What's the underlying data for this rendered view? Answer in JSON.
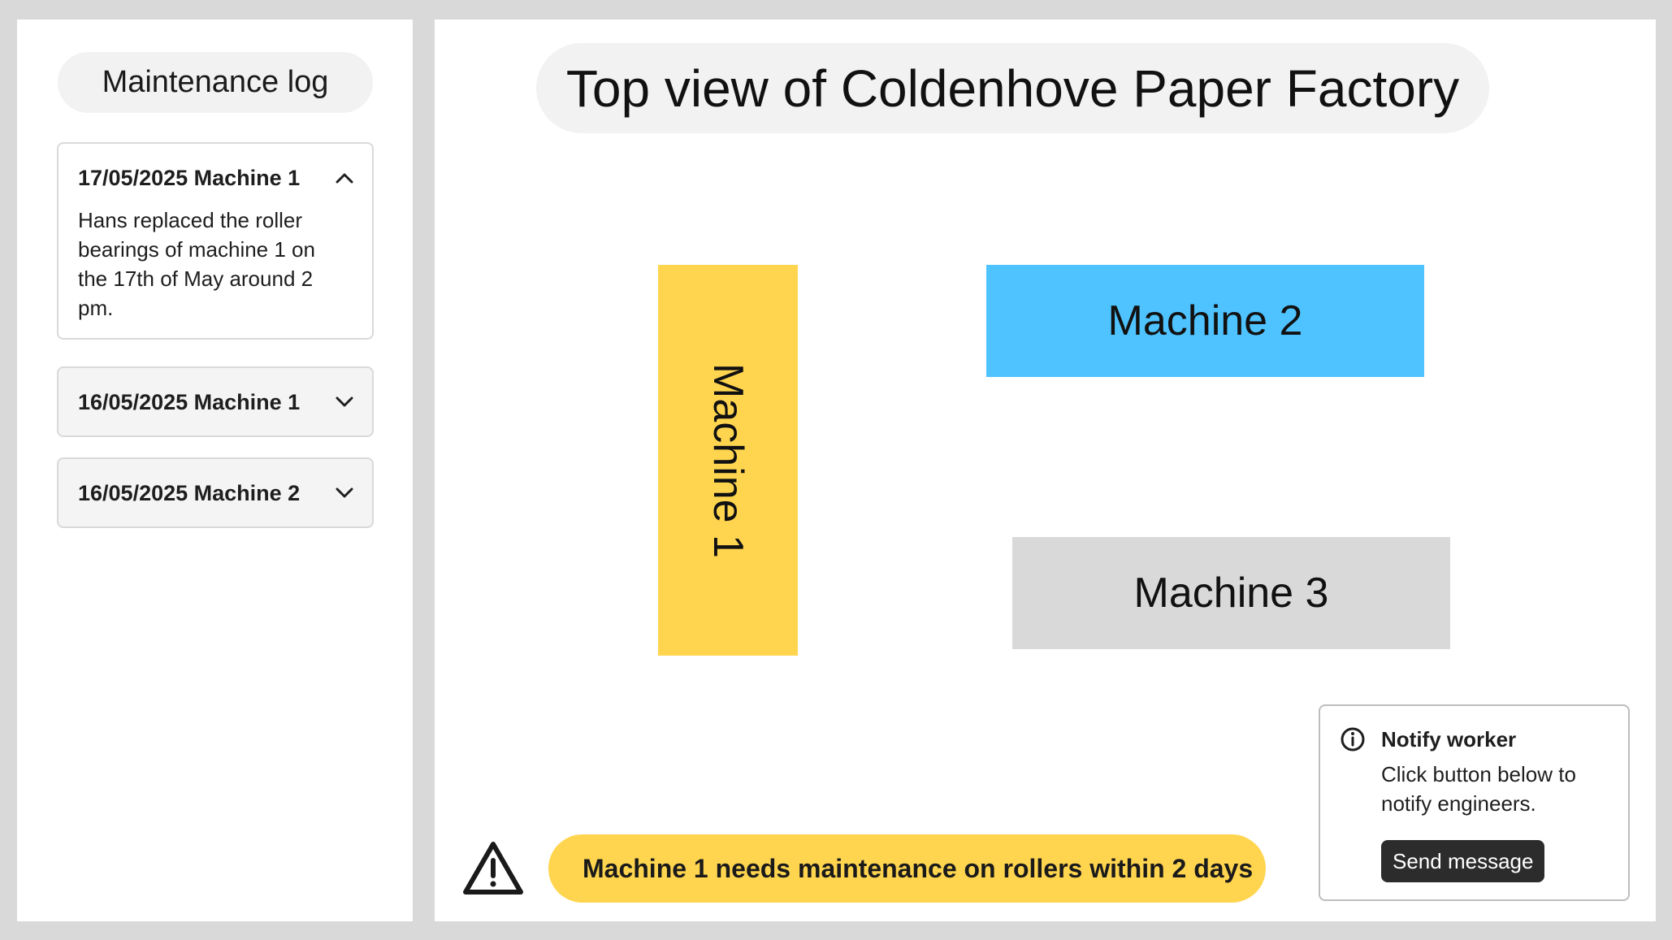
{
  "sidebar": {
    "title": "Maintenance log",
    "items": [
      {
        "title": "17/05/2025 Machine 1",
        "expanded": true,
        "icon": "chevron-up-icon",
        "body": "Hans replaced the roller bearings of machine 1 on the 17th of May around 2 pm."
      },
      {
        "title": "16/05/2025 Machine 1",
        "expanded": false,
        "icon": "chevron-down-icon"
      },
      {
        "title": "16/05/2025 Machine 2",
        "expanded": false,
        "icon": "chevron-down-icon"
      }
    ]
  },
  "main": {
    "title": "Top view of Coldenhove Paper Factory",
    "machines": [
      {
        "label": "Machine 1",
        "color": "#FFD54F"
      },
      {
        "label": "Machine 2",
        "color": "#4FC3FF"
      },
      {
        "label": "Machine 3",
        "color": "#D9D9D9"
      }
    ],
    "alert": {
      "icon": "warning-triangle-icon",
      "text": "Machine 1 needs maintenance on rollers within 2 days",
      "color": "#FFD54F"
    },
    "notify": {
      "icon": "info-icon",
      "title": "Notify worker",
      "text": "Click button below to notify engineers.",
      "button_label": "Send message"
    }
  },
  "colors": {
    "background": "#D9D9D9",
    "panel": "#FFFFFF",
    "pill": "#F2F2F2",
    "button": "#2C2C2C"
  }
}
